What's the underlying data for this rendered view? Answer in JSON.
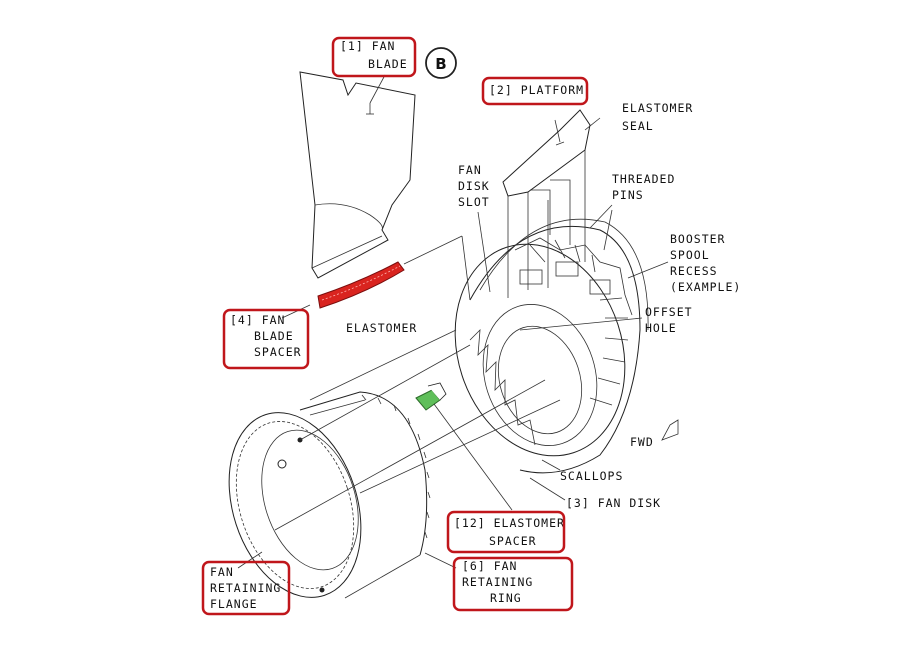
{
  "diagram": {
    "view_marker": "B",
    "labels": {
      "fan_blade": [
        "[1] FAN",
        "BLADE"
      ],
      "platform": [
        "[2] PLATFORM"
      ],
      "elastomer_seal": [
        "ELASTOMER",
        "SEAL"
      ],
      "fan_disk_slot": [
        "FAN",
        "DISK",
        "SLOT"
      ],
      "threaded_pins": [
        "THREADED",
        "PINS"
      ],
      "booster_spool_recess": [
        "BOOSTER",
        "SPOOL",
        "RECESS",
        "(EXAMPLE)"
      ],
      "offset_hole": [
        "OFFSET",
        "HOLE"
      ],
      "fan_blade_spacer": [
        "[4] FAN",
        "BLADE",
        "SPACER"
      ],
      "elastomer": [
        "ELASTOMER"
      ],
      "fwd": [
        "FWD"
      ],
      "scallops": [
        "SCALLOPS"
      ],
      "fan_disk": [
        "[3] FAN DISK"
      ],
      "elastomer_spacer": [
        "[12] ELASTOMER",
        "SPACER"
      ],
      "fan_retaining_ring": [
        "[6] FAN",
        "RETAINING",
        "RING"
      ],
      "fan_retaining_flange": [
        "FAN",
        "RETAINING",
        "FLANGE"
      ]
    },
    "colors": {
      "highlight_box": "#c0161b",
      "fan_blade_spacer_part": "#d9241f",
      "elastomer_spacer_part": "#5fbf5a",
      "line_art": "#222222"
    }
  }
}
